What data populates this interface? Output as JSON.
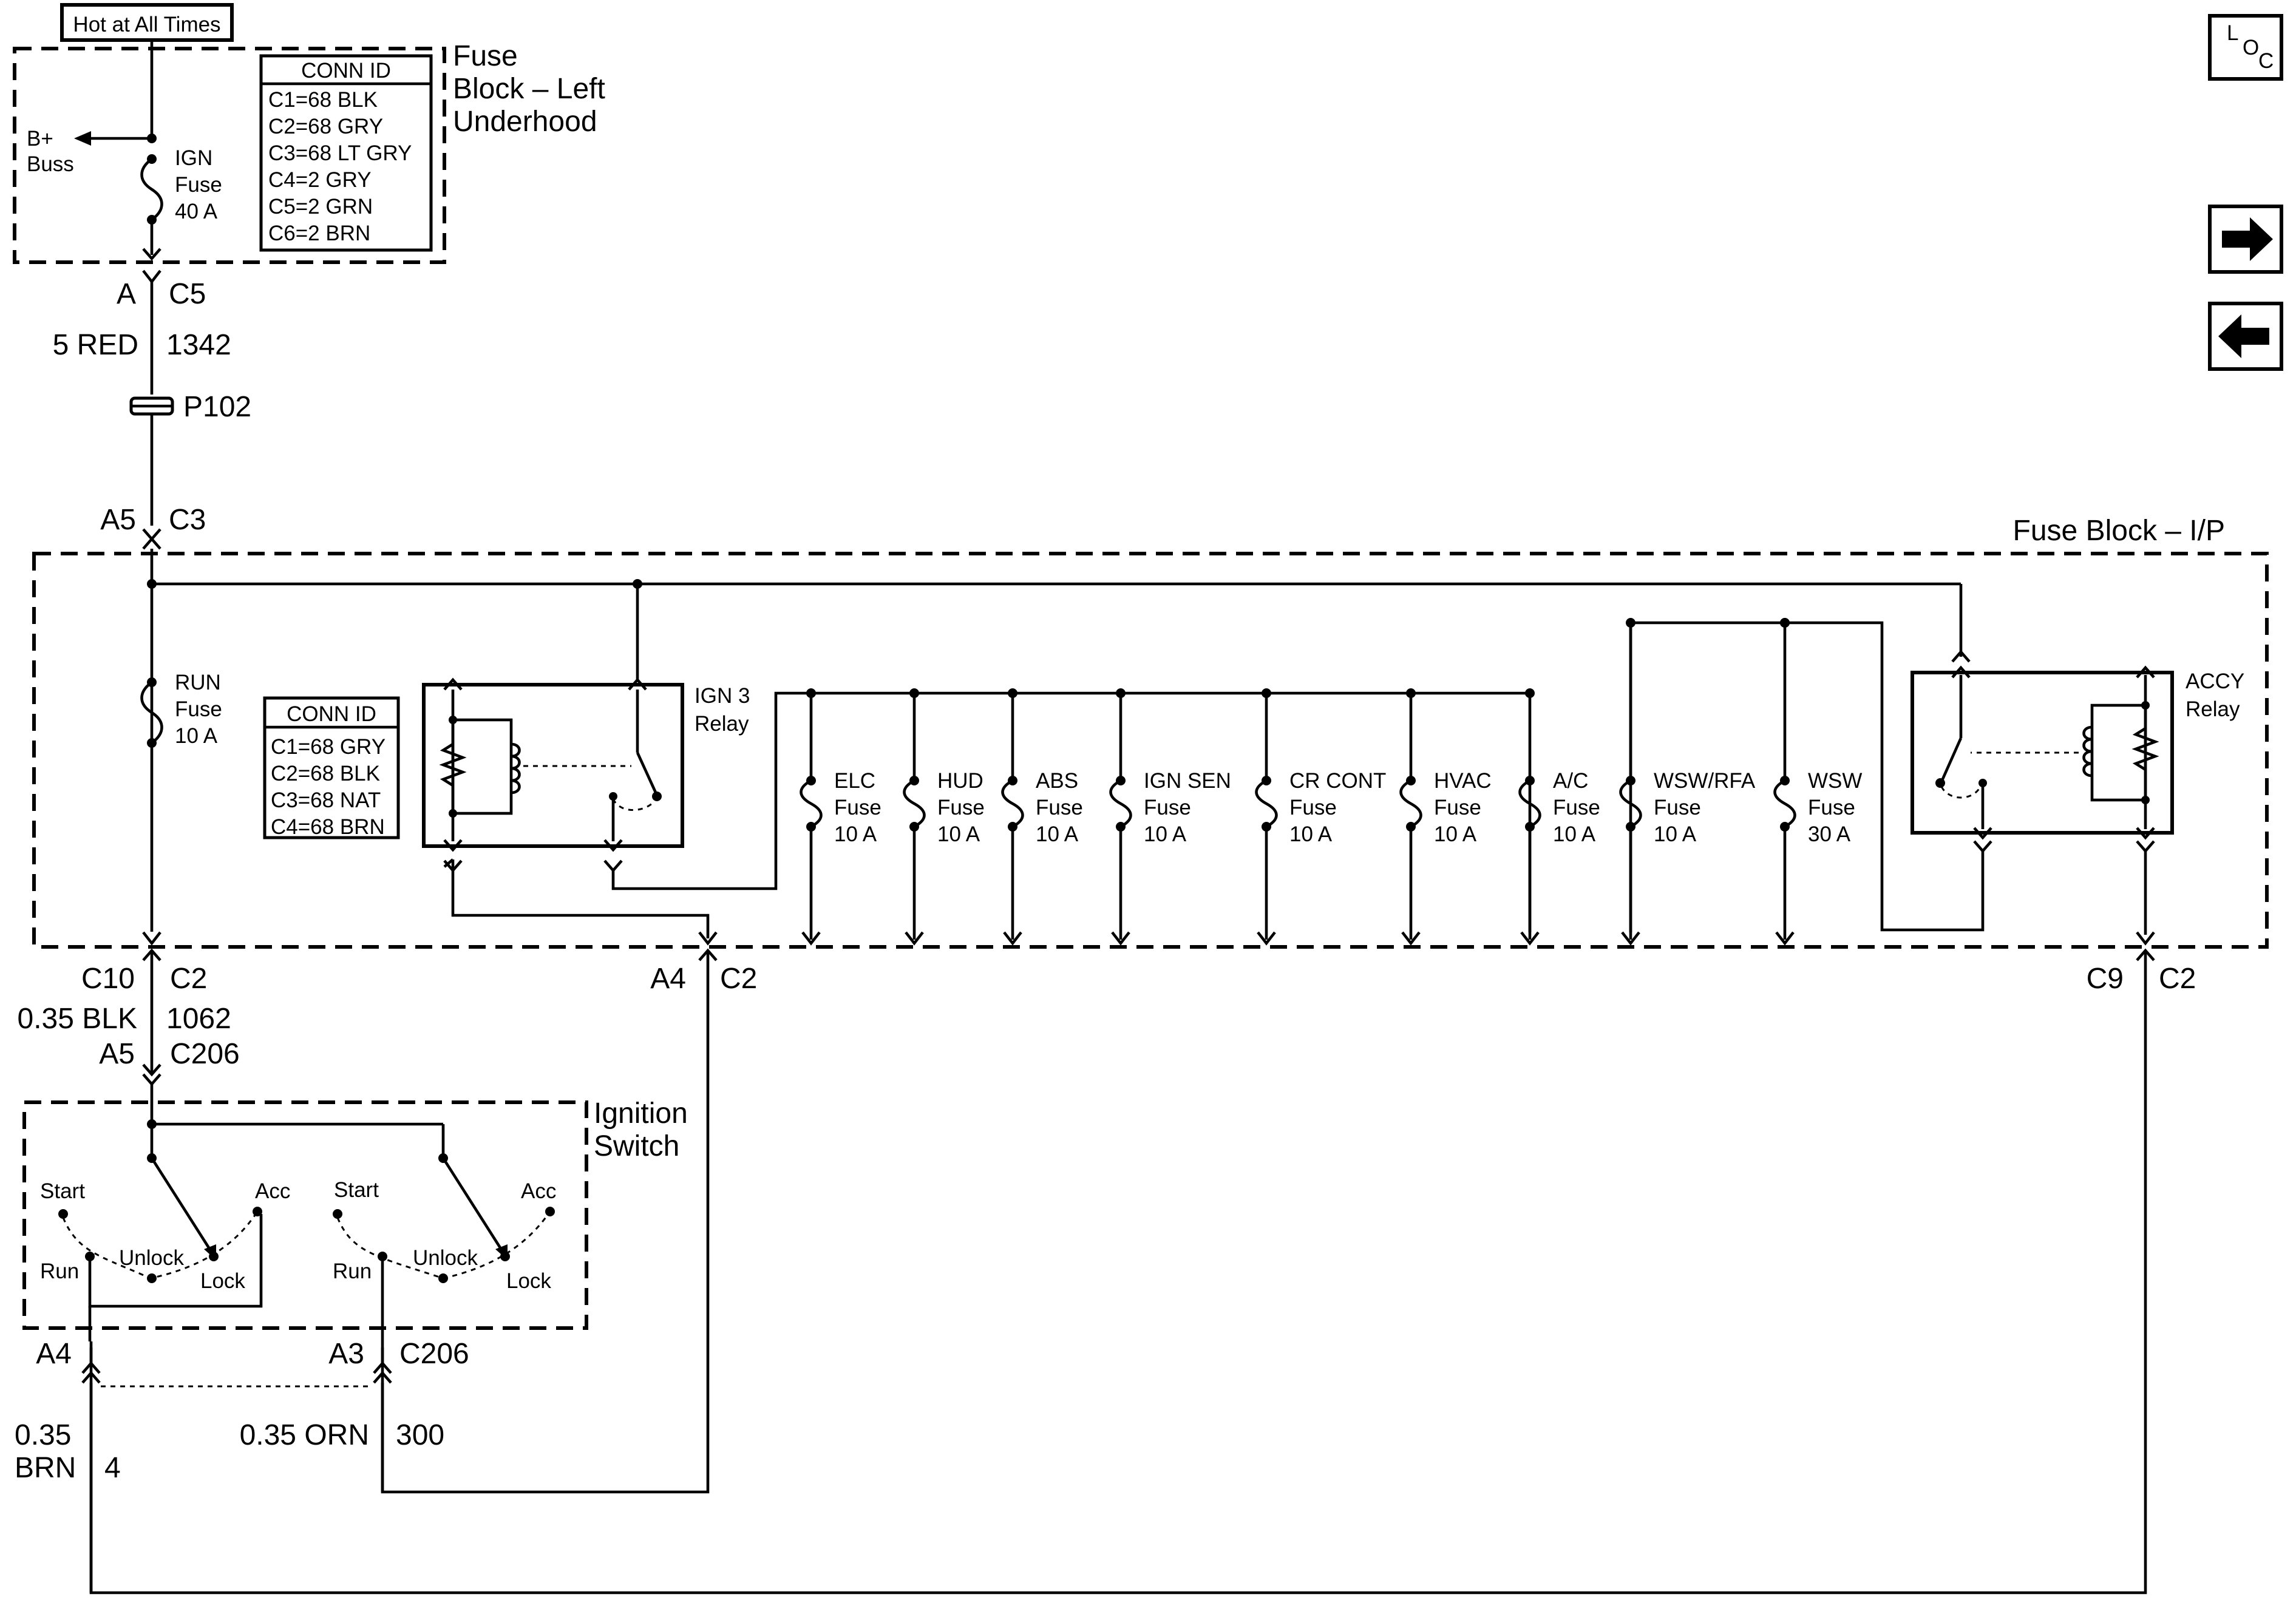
{
  "hot_label": "Hot at All Times",
  "underhood_block": {
    "title_lines": [
      "Fuse",
      "Block – Left",
      "Underhood"
    ],
    "conn_header": "CONN ID",
    "conn_rows": [
      "C1=68 BLK",
      "C2=68 GRY",
      "C3=68 LT GRY",
      "C4=2 GRY",
      "C5=2 GRN",
      "C6=2 BRN"
    ],
    "bplus": [
      "B+",
      "Buss"
    ],
    "ign_fuse": [
      "IGN",
      "Fuse",
      "40 A"
    ]
  },
  "wires_top": {
    "conn_a": "A",
    "conn_c5": "C5",
    "wire_5red": "5 RED",
    "circuit_1342": "1342",
    "splice": "P102",
    "conn_a5": "A5",
    "conn_c3": "C3"
  },
  "ip_block": {
    "title": "Fuse Block – I/P",
    "conn_header": "CONN ID",
    "conn_rows": [
      "C1=68 GRY",
      "C2=68 BLK",
      "C3=68 NAT",
      "C4=68 BRN"
    ],
    "run_fuse": [
      "RUN",
      "Fuse",
      "10 A"
    ],
    "ign3_relay": [
      "IGN 3",
      "Relay"
    ],
    "accy_relay": [
      "ACCY",
      "Relay"
    ],
    "fuses": [
      {
        "name": "ELC",
        "word": "Fuse",
        "rating": "10 A"
      },
      {
        "name": "HUD",
        "word": "Fuse",
        "rating": "10 A"
      },
      {
        "name": "ABS",
        "word": "Fuse",
        "rating": "10 A"
      },
      {
        "name": "IGN SEN",
        "word": "Fuse",
        "rating": "10 A"
      },
      {
        "name": "CR CONT",
        "word": "Fuse",
        "rating": "10 A"
      },
      {
        "name": "HVAC",
        "word": "Fuse",
        "rating": "10 A"
      },
      {
        "name": "A/C",
        "word": "Fuse",
        "rating": "10 A"
      },
      {
        "name": "WSW/RFA",
        "word": "Fuse",
        "rating": "10 A"
      },
      {
        "name": "WSW",
        "word": "Fuse",
        "rating": "30 A"
      }
    ]
  },
  "ip_bottom": {
    "c10": "C10",
    "c2a": "C2",
    "a4": "A4",
    "c2b": "C2",
    "c9": "C9",
    "c2c": "C2",
    "wire_blk": "0.35 BLK",
    "circuit_1062": "1062",
    "a5": "A5",
    "c206": "C206"
  },
  "ignition_switch": {
    "title_lines": [
      "Ignition",
      "Switch"
    ],
    "positions": {
      "start": "Start",
      "acc": "Acc",
      "run": "Run",
      "unlock": "Unlock",
      "lock": "Lock"
    },
    "a4": "A4",
    "a3": "A3",
    "c206": "C206"
  },
  "bottom_wires": {
    "brn_gauge": "0.35",
    "brn_color": "BRN",
    "circuit_4": "4",
    "orn": "0.35 ORN",
    "circuit_300": "300"
  },
  "nav": {
    "loc_l": "L",
    "loc_o": "O",
    "loc_c": "C"
  }
}
